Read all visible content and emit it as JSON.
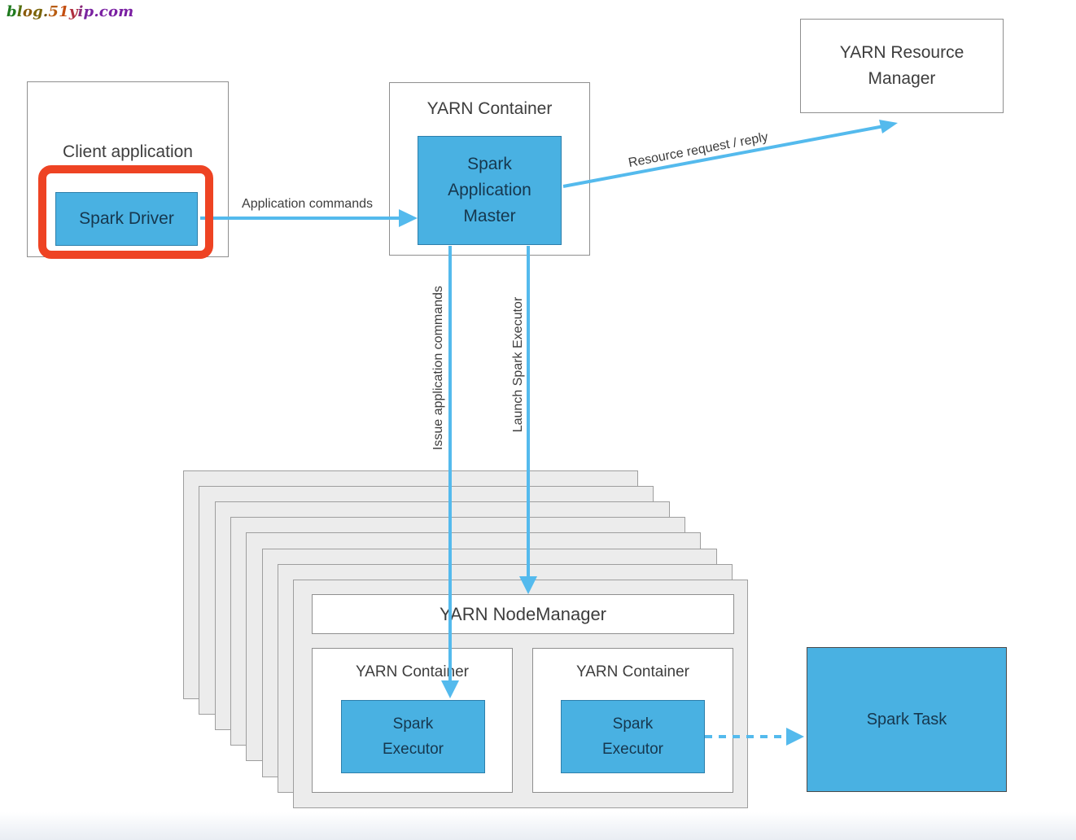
{
  "watermark": {
    "text": "blog.51yip.com",
    "letter_colors": [
      "#1e7a1e",
      "#557010",
      "#8a5a08",
      "#7a6408",
      "#6e5410",
      "#b85c10",
      "#c44e10",
      "#b03040",
      "#8a2a7a",
      "#7a24a0",
      "#7a1fa2",
      "#7a1fa2",
      "#7a1fa2",
      "#7a1fa2"
    ]
  },
  "colors": {
    "box_blue": "#49b1e2",
    "box_blue_border": "#2d7fab",
    "box_blue_text": "#16374e",
    "arrow_blue": "#54baed",
    "highlight_red": "#ee4323",
    "border_gray": "#8f8f8f",
    "layer_fill": "#ececec",
    "layer_border": "#9e9e9e",
    "label_text": "#3d3d3d"
  },
  "nodes": {
    "client_application": {
      "label": "Client application"
    },
    "spark_driver": {
      "label": "Spark Driver"
    },
    "yarn_container_top": {
      "label": "YARN Container"
    },
    "spark_application_master": {
      "lines": [
        "Spark",
        "Application",
        "Master"
      ]
    },
    "yarn_resource_manager": {
      "lines": [
        "YARN Resource",
        "Manager"
      ]
    },
    "yarn_node_manager": {
      "label": "YARN NodeManager"
    },
    "worker_containers": [
      {
        "label": "YARN Container",
        "executor_lines": [
          "Spark",
          "Executor"
        ]
      },
      {
        "label": "YARN Container",
        "executor_lines": [
          "Spark",
          "Executor"
        ]
      }
    ],
    "spark_task": {
      "label": "Spark Task"
    }
  },
  "arrows": {
    "application_commands": {
      "label": "Application commands"
    },
    "resource_request": {
      "label": "Resource request / reply"
    },
    "issue_application_commands": {
      "label": "Issue application commands"
    },
    "launch_spark_executor": {
      "label": "Launch Spark Executor"
    }
  },
  "stack": {
    "layer_count": 8
  }
}
